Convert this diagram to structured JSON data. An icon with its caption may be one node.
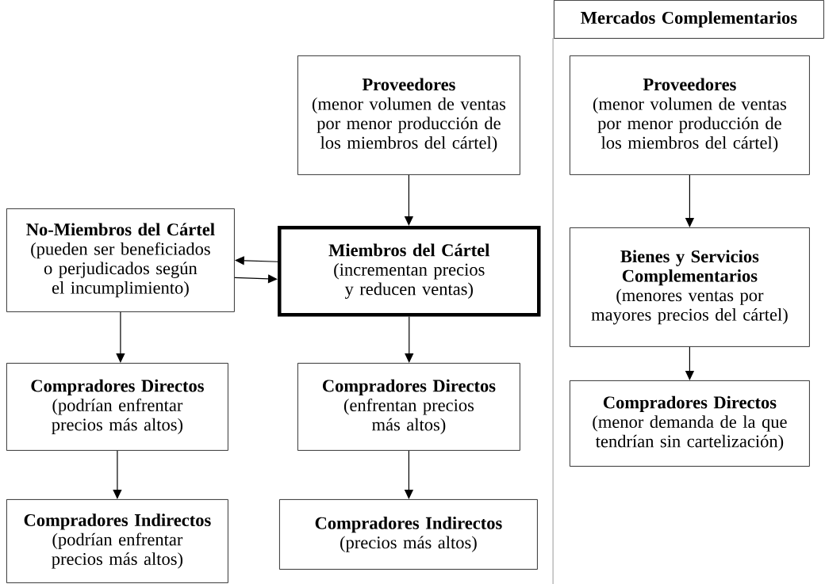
{
  "diagram": {
    "nodes": [
      {
        "text": [
          "Mercados Complementarios"
        ]
      },
      {
        "text": [
          "Proveedores",
          "(menor volumen de ventas por menor producción de los miembros del cártel)"
        ]
      },
      {
        "text": [
          "No-Miembros del Cártel",
          "(pueden ser beneficiados o perjudicados según el incumplimiento)"
        ]
      },
      {
        "text": [
          "Miembros del Cártel",
          "(incrementan precios y reducen ventas)"
        ]
      },
      {
        "text": [
          "Compradores Directos",
          "(podrían enfrentar precios más altos)"
        ]
      },
      {
        "text": [
          "Compradores Directos",
          "(enfrentan precios más altos)"
        ]
      },
      {
        "text": [
          "Compradores Indirectos",
          "(podrían enfrentar precios más altos)"
        ]
      },
      {
        "text": [
          "Compradores Indirectos",
          "(precios más altos)"
        ]
      },
      {
        "text": [
          "Proveedores",
          "(menor volumen de ventas por menor producción de los miembros del cártel)"
        ]
      },
      {
        "text": [
          "Bienes y Servicios Complementarios",
          "(menores ventas por mayores precios del cártel)"
        ]
      },
      {
        "text": [
          "Compradores Directos",
          "(menor demanda de la que tendrían sin cartelización)"
        ]
      }
    ],
    "edges": [
      {
        "from": 1,
        "to": 3,
        "arrow": "to"
      },
      {
        "from": 3,
        "to": 2,
        "arrow": "to"
      },
      {
        "from": 2,
        "to": 3,
        "arrow": "to"
      },
      {
        "from": 2,
        "to": 4,
        "arrow": "to"
      },
      {
        "from": 4,
        "to": 6,
        "arrow": "to"
      },
      {
        "from": 3,
        "to": 5,
        "arrow": "to"
      },
      {
        "from": 5,
        "to": 7,
        "arrow": "to"
      },
      {
        "from": 8,
        "to": 9,
        "arrow": "to"
      },
      {
        "from": 9,
        "to": 10,
        "arrow": "to"
      }
    ]
  }
}
